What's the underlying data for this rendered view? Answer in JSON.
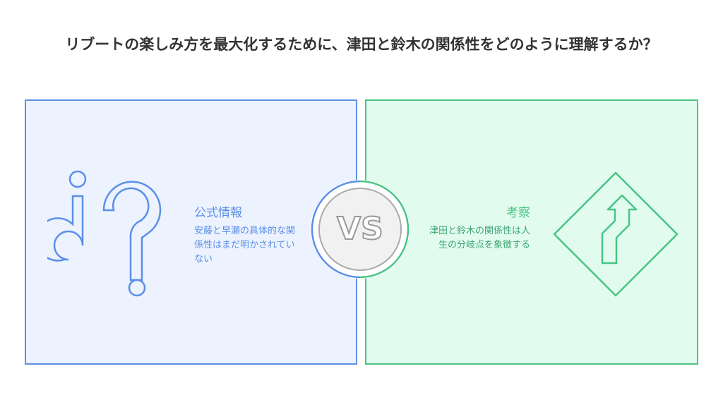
{
  "title": "リブートの楽しみ方を最大化するために、津田と鈴木の関係性をどのように理解するか？",
  "left": {
    "heading": "公式情報",
    "text": "安藤と早瀬の具体的な関係性はまだ明かされていない",
    "color": "#5b8fe8"
  },
  "right": {
    "heading": "考察",
    "text": "津田と鈴木の関係性は人生の分岐点を象徴する",
    "color": "#48c485"
  },
  "center": {
    "label": "VS"
  }
}
